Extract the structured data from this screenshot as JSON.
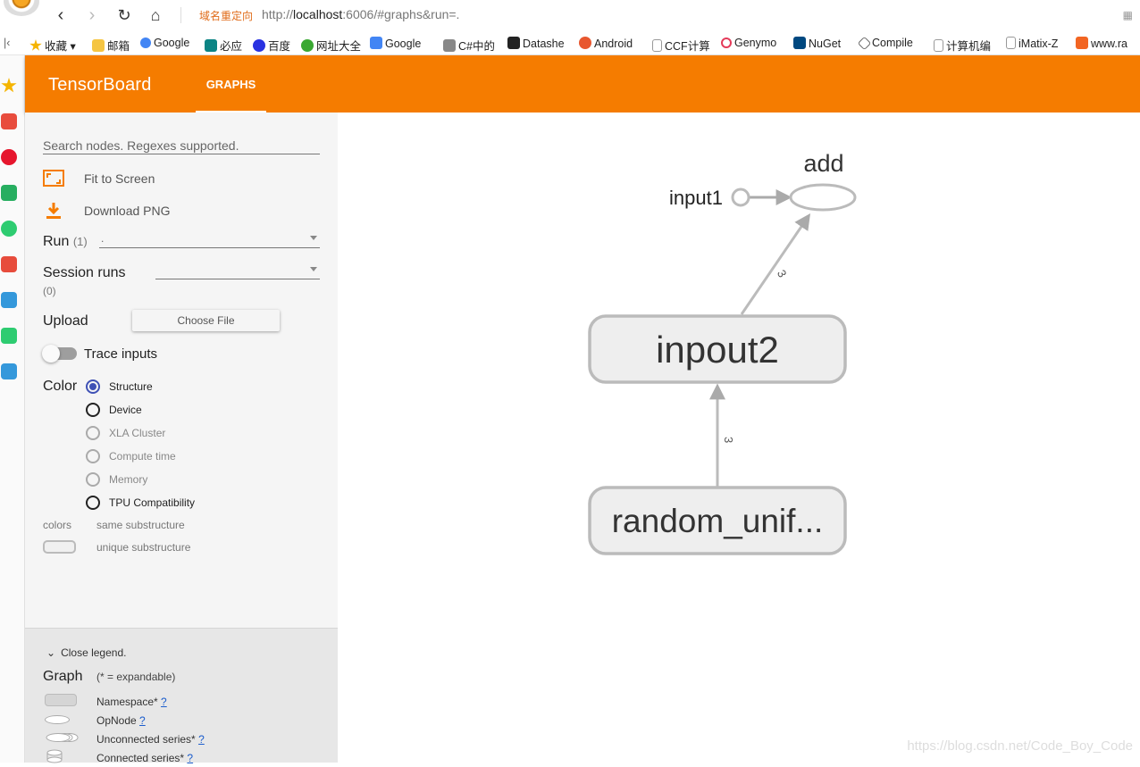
{
  "browser": {
    "redirect_label": "域名重定向",
    "url_prefix": "http://",
    "url_host": "localhost",
    "url_rest": ":6006/#graphs&run=."
  },
  "bookmarks": [
    {
      "label": "收藏",
      "color": "#f5b400"
    },
    {
      "label": "邮箱",
      "color": "#f5c542"
    },
    {
      "label": "Google",
      "color": "#4285f4"
    },
    {
      "label": "必应",
      "color": "#0c8484"
    },
    {
      "label": "百度",
      "color": "#2932e1"
    },
    {
      "label": "网址大全",
      "color": "#3aa832"
    },
    {
      "label": "Google",
      "color": "#4285f4"
    },
    {
      "label": "C#中的",
      "color": "#555555"
    },
    {
      "label": "Datashe",
      "color": "#222222"
    },
    {
      "label": "Android",
      "color": "#e8572f"
    },
    {
      "label": "CCF计算",
      "color": "#cccccc"
    },
    {
      "label": "Genymo",
      "color": "#e43b5a"
    },
    {
      "label": "NuGet",
      "color": "#004880"
    },
    {
      "label": "Compile",
      "color": "#666666"
    },
    {
      "label": "计算机编",
      "color": "#cccccc"
    },
    {
      "label": "iMatix-Z",
      "color": "#cccccc"
    },
    {
      "label": "www.ra",
      "color": "#f26522"
    }
  ],
  "header": {
    "title": "TensorBoard",
    "tab": "GRAPHS"
  },
  "panel": {
    "search_placeholder": "Search nodes. Regexes supported.",
    "fit_label": "Fit to Screen",
    "download_label": "Download PNG",
    "run_label": "Run",
    "run_count": "(1)",
    "run_value": ".",
    "session_label": "Session runs",
    "session_count": "(0)",
    "upload_label": "Upload",
    "choose_file": "Choose File",
    "trace_label": "Trace inputs",
    "color_label": "Color",
    "color_options": [
      {
        "label": "Structure",
        "state": "selected"
      },
      {
        "label": "Device",
        "state": "normal"
      },
      {
        "label": "XLA Cluster",
        "state": "disabled"
      },
      {
        "label": "Compute time",
        "state": "disabled"
      },
      {
        "label": "Memory",
        "state": "disabled"
      },
      {
        "label": "TPU Compatibility",
        "state": "normal"
      }
    ],
    "colors_label": "colors",
    "same_sub": "same substructure",
    "unique_sub": "unique substructure"
  },
  "legend": {
    "close": "Close legend.",
    "graph": "Graph",
    "expandable": "(* = expandable)",
    "items": [
      {
        "label": "Namespace*",
        "help": "?"
      },
      {
        "label": "OpNode",
        "help": "?"
      },
      {
        "label": "Unconnected series*",
        "help": "?"
      },
      {
        "label": "Connected series*",
        "help": "?"
      }
    ]
  },
  "graph": {
    "nodes": {
      "add": "add",
      "input1": "input1",
      "inpout2": "inpout2",
      "random": "random_unif..."
    },
    "edge_labels": [
      "3",
      "3"
    ]
  },
  "watermark": "https://blog.csdn.net/Code_Boy_Code",
  "colors": {
    "accent": "#f57c00",
    "radio_selected": "#3f51b5",
    "node_fill": "#f0f0f0",
    "node_stroke": "#bbbbbb"
  }
}
